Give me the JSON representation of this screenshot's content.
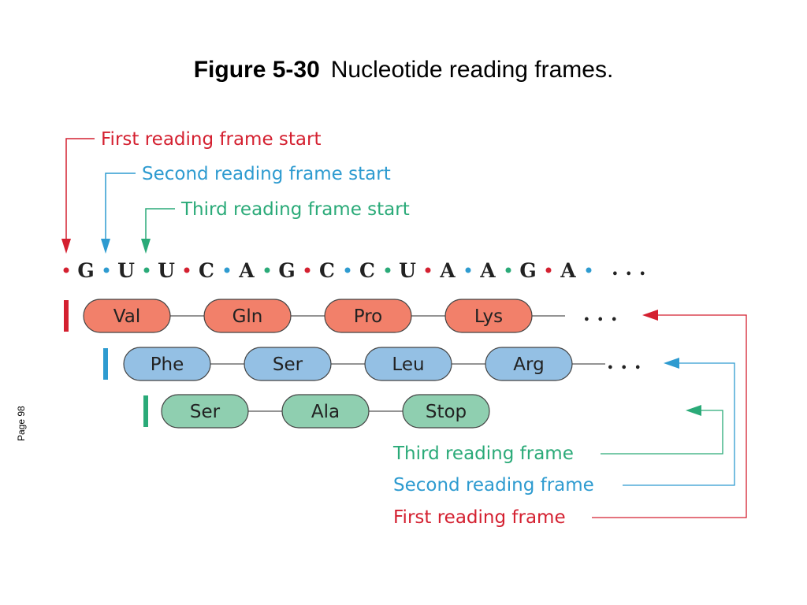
{
  "title": {
    "figure": "Figure 5-30",
    "caption": "Nucleotide reading frames."
  },
  "page_label": "Page 98",
  "colors": {
    "first": "#d42030",
    "second": "#2e9bd0",
    "third": "#2aaa78",
    "first_fill": "#f2806a",
    "second_fill": "#94c0e4",
    "third_fill": "#8fcfb0"
  },
  "start_labels": {
    "first": "First reading frame start",
    "second": "Second reading frame start",
    "third": "Third reading frame start"
  },
  "sequence": {
    "nucleotides": [
      "G",
      "U",
      "U",
      "C",
      "A",
      "G",
      "C",
      "C",
      "U",
      "A",
      "A",
      "G",
      "A"
    ],
    "ellipsis": ". . ."
  },
  "frames": {
    "first": {
      "codons": [
        "Val",
        "Gln",
        "Pro",
        "Lys"
      ],
      "ellipsis": ". . ."
    },
    "second": {
      "codons": [
        "Phe",
        "Ser",
        "Leu",
        "Arg"
      ],
      "ellipsis": ". . ."
    },
    "third": {
      "codons": [
        "Ser",
        "Ala",
        "Stop"
      ]
    }
  },
  "frame_labels": {
    "third": "Third reading frame",
    "second": "Second reading frame",
    "first": "First reading frame"
  }
}
